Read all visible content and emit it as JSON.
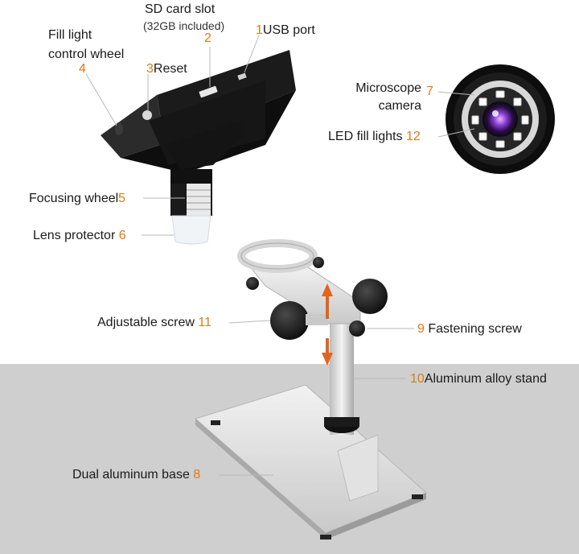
{
  "colors": {
    "accent_number": "#e07a12",
    "background_lower": "#cfcfcf",
    "leader_line": "#b9b9b9"
  },
  "labels": {
    "usb_port": {
      "num": "1",
      "text": "USB port"
    },
    "sd_card_slot": {
      "num": "2",
      "text": "SD card slot",
      "sub": "(32GB included)"
    },
    "reset": {
      "num": "3",
      "text": "Reset"
    },
    "fill_light_wheel": {
      "num": "4",
      "text_line1": "Fill light",
      "text_line2": "control wheel"
    },
    "focusing_wheel": {
      "num": "5",
      "text": "Focusing wheel"
    },
    "lens_protector": {
      "num": "6",
      "text": "Lens protector"
    },
    "microscope_camera": {
      "num": "7",
      "text_line1": "Microscope",
      "text_line2": "camera"
    },
    "dual_aluminum_base": {
      "num": "8",
      "text": "Dual aluminum base"
    },
    "fastening_screw": {
      "num": "9",
      "text": "Fastening screw"
    },
    "aluminum_alloy_stand": {
      "num": "10",
      "text": "Aluminum alloy stand"
    },
    "adjustable_screw": {
      "num": "11",
      "text": "Adjustable screw"
    },
    "led_fill_lights": {
      "num": "12",
      "text": "LED fill lights"
    }
  },
  "icons": {
    "microscope": "microscope-device-illustration",
    "camera_closeup": "camera-lens-closeup",
    "stand": "aluminum-stand-illustration",
    "height_arrow": "up-down-arrow-icon"
  }
}
